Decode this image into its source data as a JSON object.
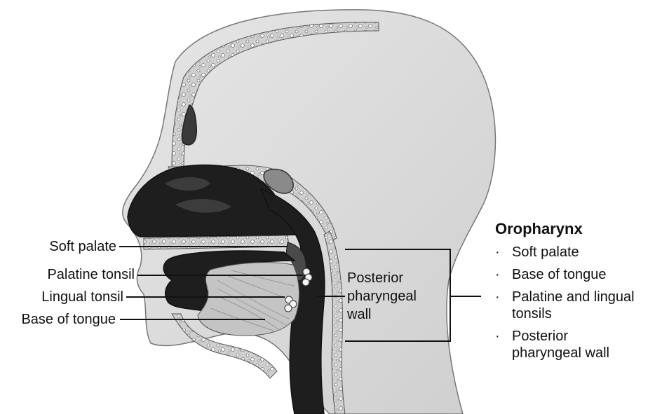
{
  "labels": {
    "soft_palate": "Soft palate",
    "palatine_tonsil": "Palatine tonsil",
    "lingual_tonsil": "Lingual tonsil",
    "base_of_tongue": "Base of tongue",
    "posterior_wall": [
      "Posterior",
      "pharyngeal",
      "wall"
    ]
  },
  "legend": {
    "title": "Oropharynx",
    "bullet": "·",
    "items": [
      [
        "Soft palate"
      ],
      [
        "Base of tongue"
      ],
      [
        "Palatine and lingual",
        "tonsils"
      ],
      [
        "Posterior",
        "pharyngeal wall"
      ]
    ]
  }
}
